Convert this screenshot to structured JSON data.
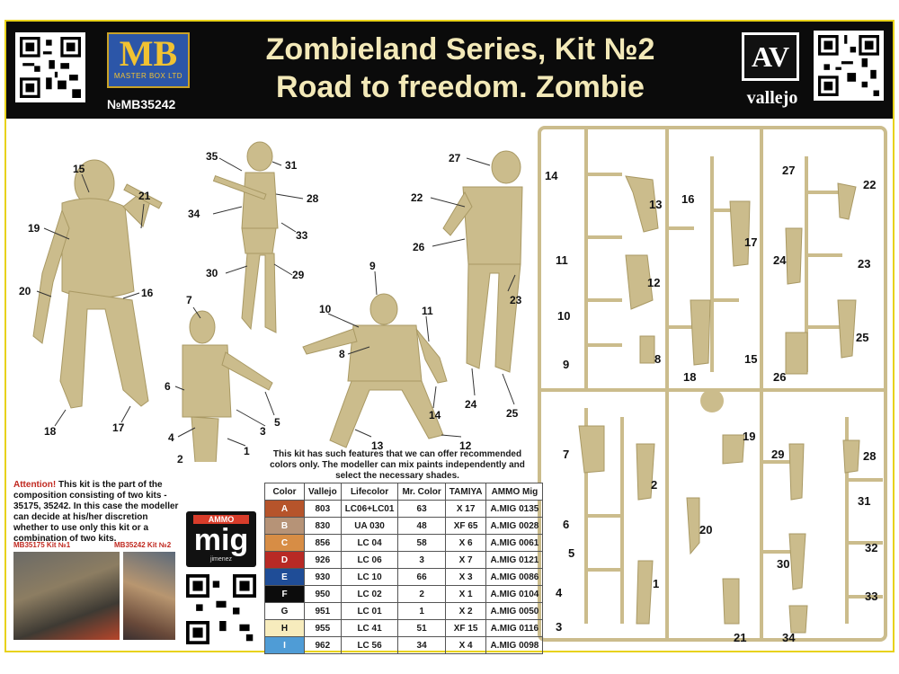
{
  "header": {
    "brand_left": "MB",
    "brand_left_sub": "MASTER BOX LTD",
    "kit_code": "№MB35242",
    "title_line1": "Zombieland Series, Kit №2",
    "title_line2": "Road to freedom. Zombie",
    "brand_right": "AV",
    "brand_right_name": "vallejo"
  },
  "figure_callouts": [
    "1",
    "2",
    "3",
    "4",
    "5",
    "6",
    "7",
    "8",
    "9",
    "10",
    "11",
    "12",
    "13",
    "14",
    "15",
    "16",
    "17",
    "18",
    "19",
    "20",
    "21",
    "22",
    "23",
    "24",
    "25",
    "26",
    "27",
    "28",
    "29",
    "30",
    "31",
    "33",
    "34",
    "35"
  ],
  "sprue_parts": [
    "1",
    "2",
    "3",
    "4",
    "5",
    "6",
    "7",
    "8",
    "9",
    "10",
    "11",
    "12",
    "13",
    "14",
    "15",
    "16",
    "17",
    "18",
    "19",
    "20",
    "21",
    "22",
    "23",
    "24",
    "25",
    "26",
    "27",
    "28",
    "29",
    "30",
    "31",
    "32",
    "33",
    "34"
  ],
  "note": "This kit has such features that we can offer recommended colors only. The modeller can mix paints independently and select the necessary shades.",
  "attention": {
    "label": "Attention!",
    "text": " This kit is the part of the composition consisting of two kits - 35175, 35242. In this case the modeller can decide at his/her discretion whether to use only this kit or a combination of two kits.",
    "kit1": "MB35175 Kit №1",
    "kit2": "MB35242 Kit №2"
  },
  "ammo": {
    "top": "AMMO",
    "word": "mig",
    "sub": "jimenez"
  },
  "color_table": {
    "headers": [
      "Color",
      "Vallejo",
      "Lifecolor",
      "Mr. Color",
      "TAMIYA",
      "AMMO Mig"
    ],
    "rows": [
      {
        "code": "A",
        "swatch": "#b6542b",
        "text_color": "#ffffff",
        "vallejo": "803",
        "lifecolor": "LC06+LC01",
        "mrcolor": "63",
        "tamiya": "X 17",
        "ammo": "A.MIG 0135"
      },
      {
        "code": "B",
        "swatch": "#b69377",
        "text_color": "#ffffff",
        "vallejo": "830",
        "lifecolor": "UA 030",
        "mrcolor": "48",
        "tamiya": "XF 65",
        "ammo": "A.MIG 0028"
      },
      {
        "code": "C",
        "swatch": "#d78d45",
        "text_color": "#ffffff",
        "vallejo": "856",
        "lifecolor": "LC 04",
        "mrcolor": "58",
        "tamiya": "X 6",
        "ammo": "A.MIG 0061"
      },
      {
        "code": "D",
        "swatch": "#b82a25",
        "text_color": "#ffffff",
        "vallejo": "926",
        "lifecolor": "LC 06",
        "mrcolor": "3",
        "tamiya": "X 7",
        "ammo": "A.MIG 0121"
      },
      {
        "code": "E",
        "swatch": "#1f4d97",
        "text_color": "#ffffff",
        "vallejo": "930",
        "lifecolor": "LC 10",
        "mrcolor": "66",
        "tamiya": "X 3",
        "ammo": "A.MIG 0086"
      },
      {
        "code": "F",
        "swatch": "#0c0c0c",
        "text_color": "#ffffff",
        "vallejo": "950",
        "lifecolor": "LC 02",
        "mrcolor": "2",
        "tamiya": "X 1",
        "ammo": "A.MIG 0104"
      },
      {
        "code": "G",
        "swatch": "#ffffff",
        "text_color": "#111111",
        "vallejo": "951",
        "lifecolor": "LC 01",
        "mrcolor": "1",
        "tamiya": "X 2",
        "ammo": "A.MIG 0050"
      },
      {
        "code": "H",
        "swatch": "#f7ecbd",
        "text_color": "#111111",
        "vallejo": "955",
        "lifecolor": "LC 41",
        "mrcolor": "51",
        "tamiya": "XF 15",
        "ammo": "A.MIG 0116"
      },
      {
        "code": "I",
        "swatch": "#4f9cd6",
        "text_color": "#ffffff",
        "vallejo": "962",
        "lifecolor": "LC 56",
        "mrcolor": "34",
        "tamiya": "X 4",
        "ammo": "A.MIG 0098"
      }
    ]
  },
  "colors": {
    "plastic": "#cbbc8c",
    "plastic_dark": "#a99964",
    "frame": "#e8d21a"
  }
}
